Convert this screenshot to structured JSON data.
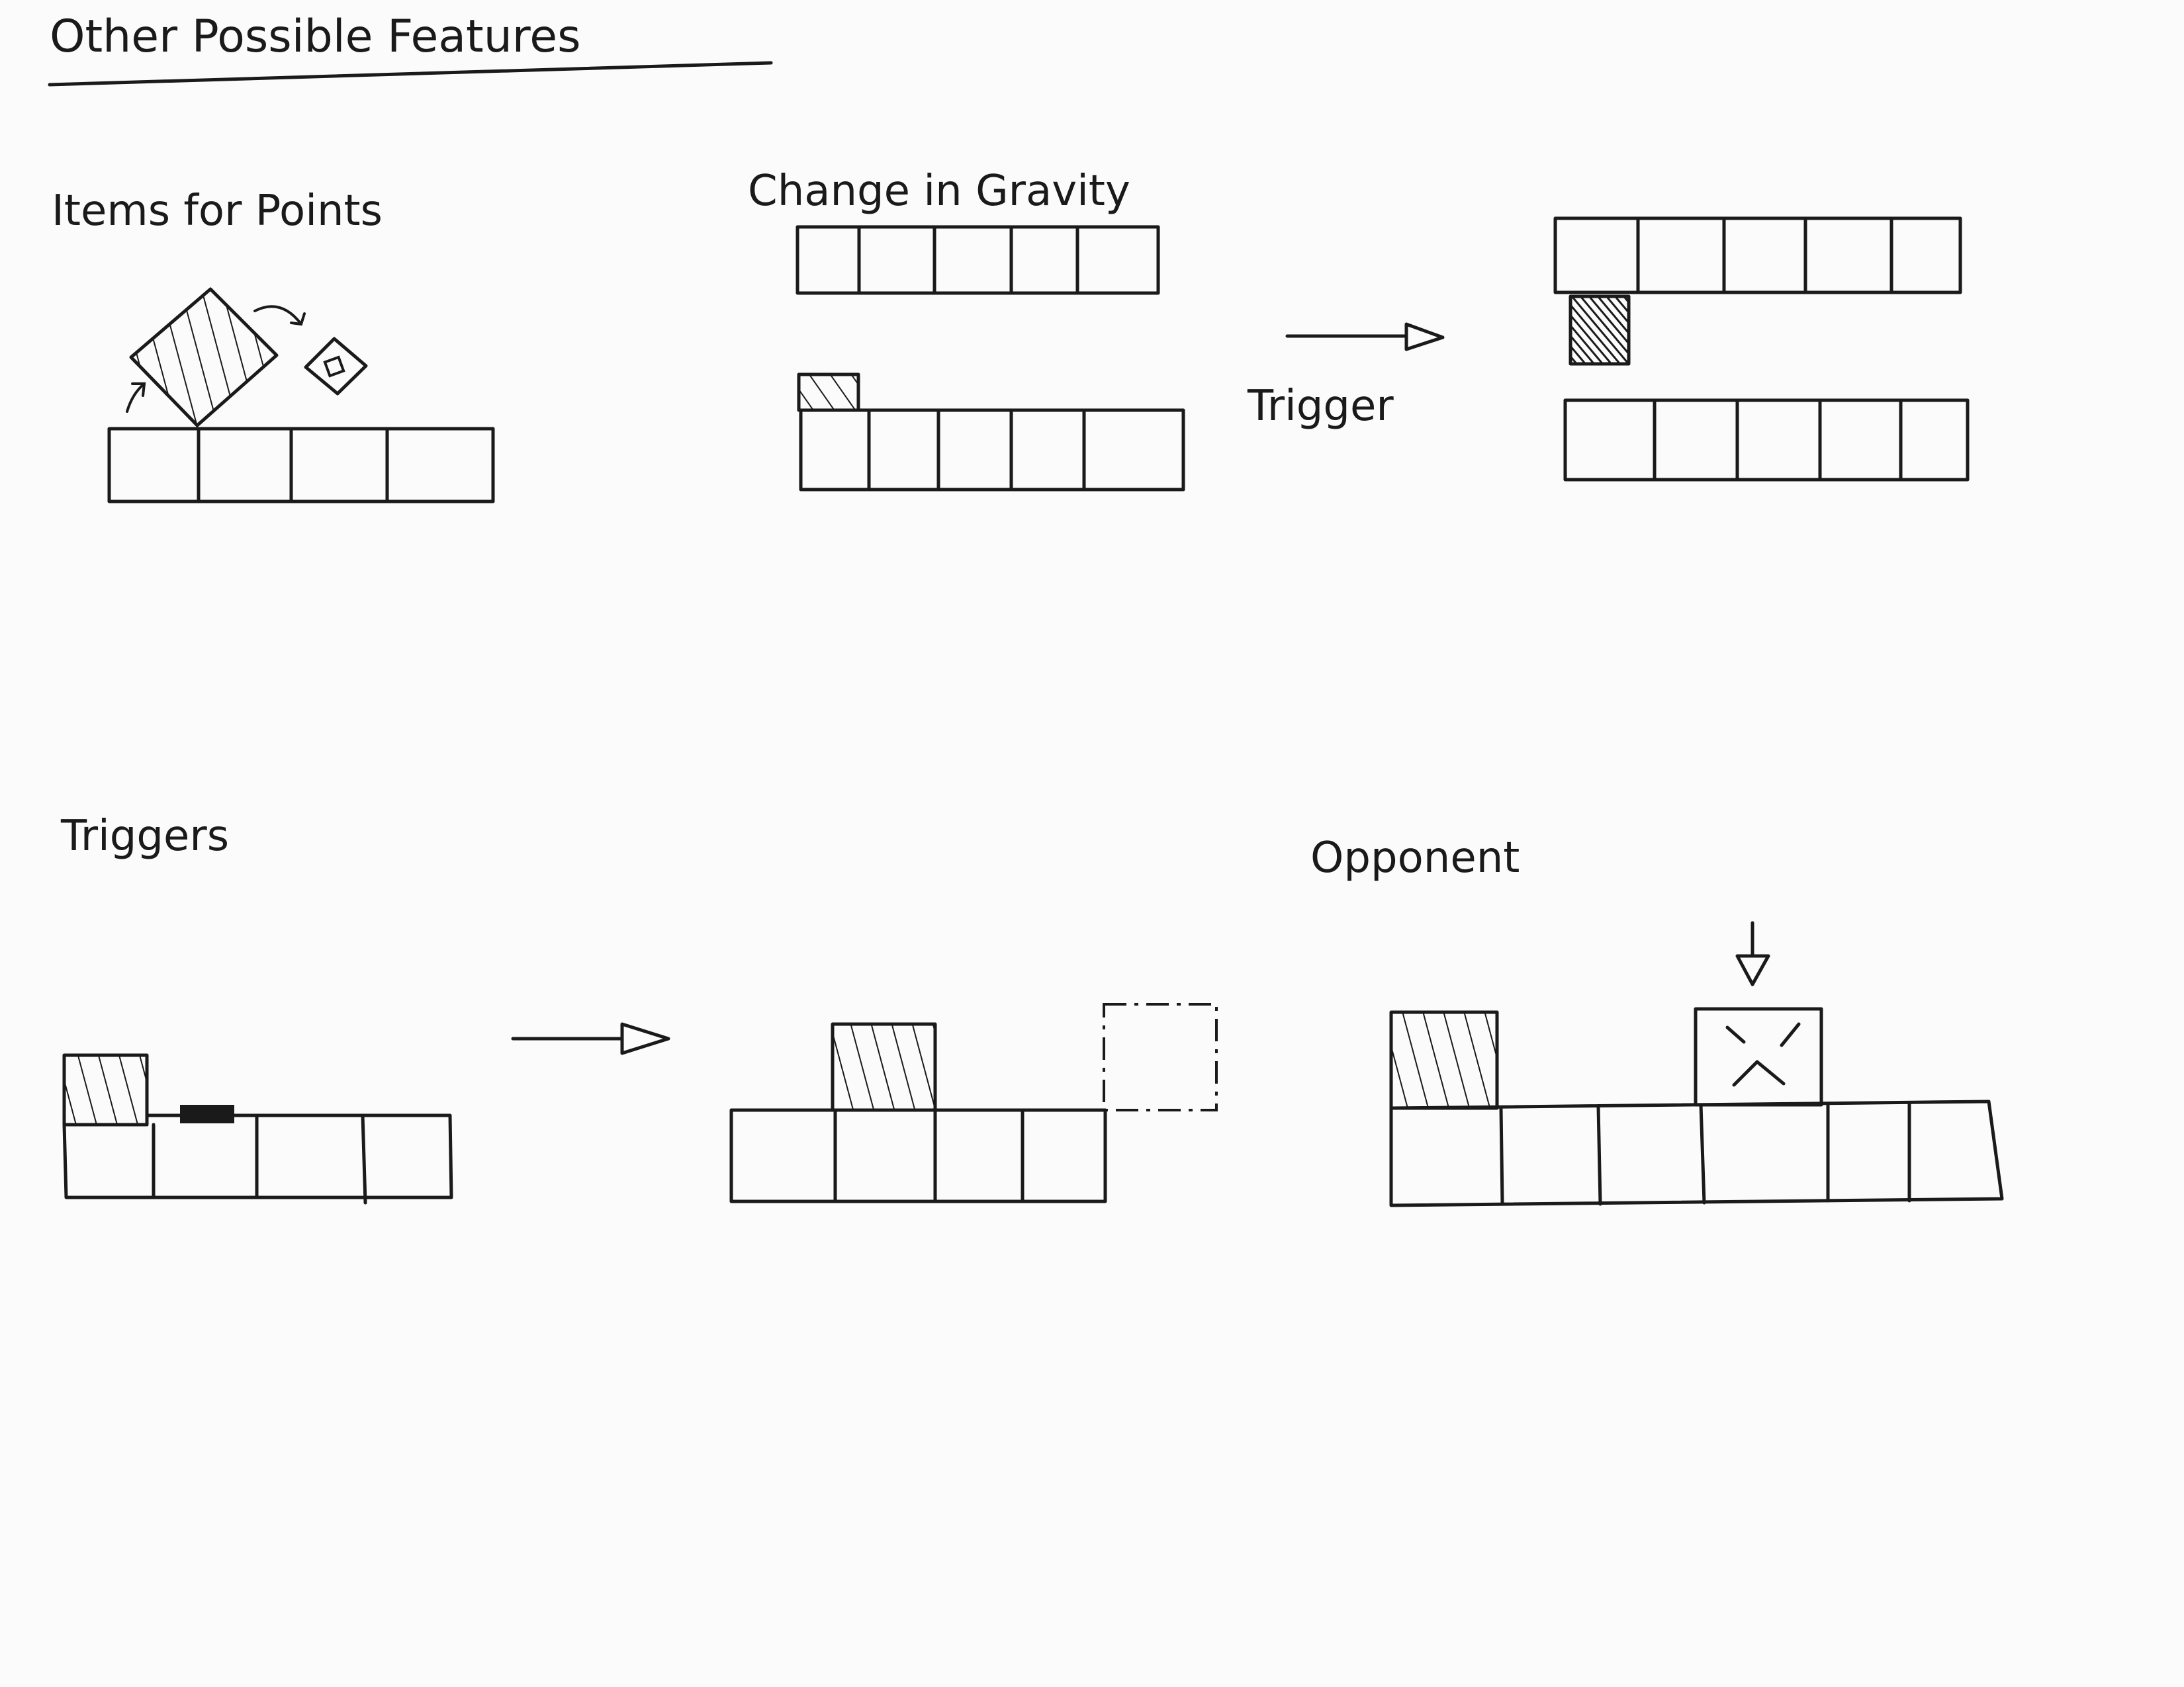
{
  "page": {
    "title": "Other Possible Features"
  },
  "sections": {
    "items_for_points": {
      "label": "Items for Points"
    },
    "change_in_gravity": {
      "label": "Change in Gravity",
      "arrow_label": "Trigger"
    },
    "triggers": {
      "label": "Triggers"
    },
    "opponent": {
      "label": "Opponent"
    }
  },
  "style": {
    "ink_color": "#1a1a1a",
    "paper_color": "#fbfbfb"
  }
}
